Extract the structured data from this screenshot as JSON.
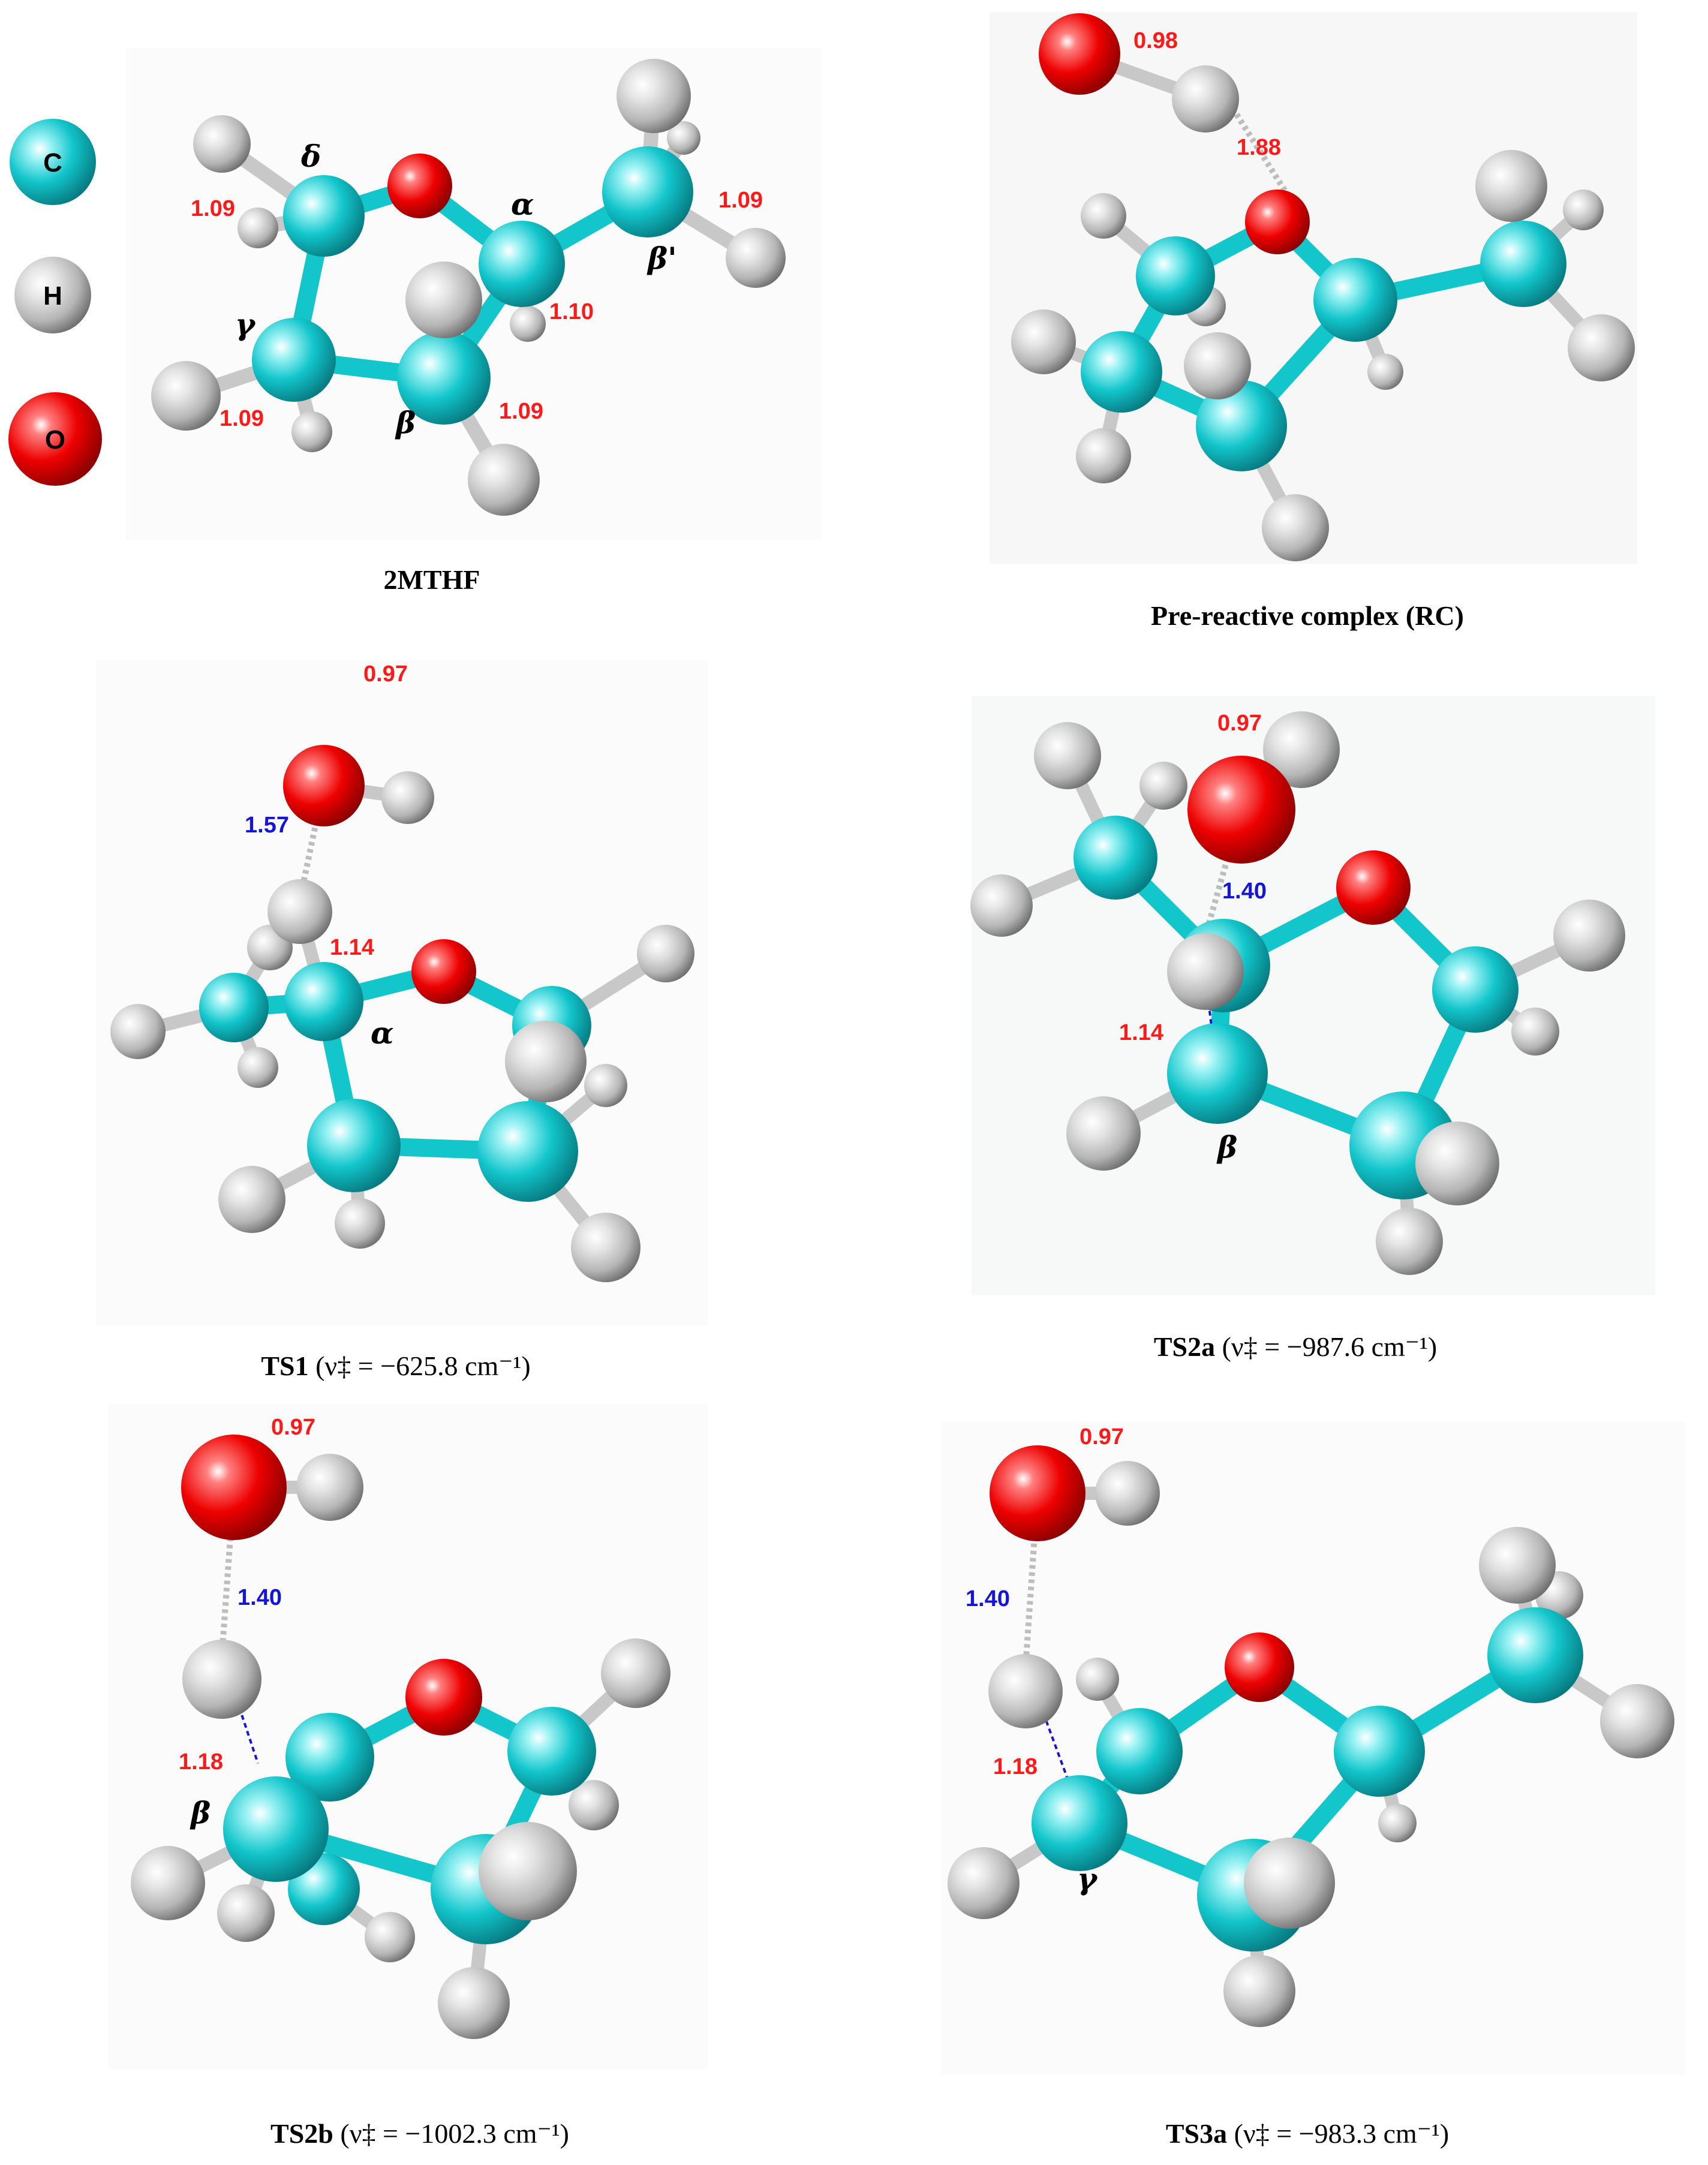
{
  "legend": [
    {
      "symbol": "C",
      "color": "#12c6cc"
    },
    {
      "symbol": "H",
      "color": "#bdbdbd"
    },
    {
      "symbol": "O",
      "color": "#ee0000"
    }
  ],
  "panels": {
    "mthf": {
      "title": "2MTHF",
      "labels": {
        "delta": "δ",
        "alpha": "α",
        "beta_prime": "β'",
        "gamma": "γ",
        "beta": "β"
      },
      "distances": {
        "d1": "1.09",
        "d2": "1.09",
        "d3": "1.10",
        "d4": "1.09",
        "d5": "1.09"
      }
    },
    "rc": {
      "title": "Pre-reactive complex (RC)",
      "distances": {
        "oh": "0.98",
        "hb": "1.88"
      }
    },
    "ts1": {
      "title": "TS1",
      "freq": " (ν‡ = −625.8 cm⁻¹)",
      "labels": {
        "alpha": "α"
      },
      "distances": {
        "oh": "0.97",
        "hb": "1.57",
        "ch": "1.14"
      }
    },
    "ts2a": {
      "title": "TS2a",
      "freq": " (ν‡ = −987.6 cm⁻¹)",
      "labels": {
        "beta": "β"
      },
      "distances": {
        "oh": "0.97",
        "hb": "1.40",
        "ch": "1.14"
      }
    },
    "ts2b": {
      "title": "TS2b",
      "freq": " (ν‡ = −1002.3 cm⁻¹)",
      "labels": {
        "beta": "β"
      },
      "distances": {
        "oh": "0.97",
        "hb": "1.40",
        "ch": "1.18"
      }
    },
    "ts3a": {
      "title": "TS3a",
      "freq": " (ν‡ = −983.3 cm⁻¹)",
      "labels": {
        "gamma": "γ"
      },
      "distances": {
        "oh": "0.97",
        "hb": "1.40",
        "ch": "1.18"
      }
    }
  }
}
